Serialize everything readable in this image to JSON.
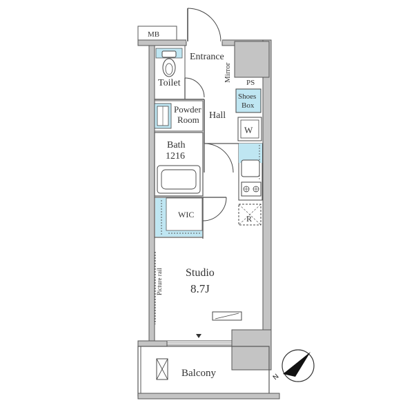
{
  "labels": {
    "mb": "MB",
    "entrance": "Entrance",
    "mirror": "Mirror",
    "toilet": "Toilet",
    "ps": "PS",
    "shoes_box_line1": "Shoes",
    "shoes_box_line2": "Box",
    "powder_line1": "Powder",
    "powder_line2": "Room",
    "hall": "Hall",
    "washer": "W",
    "bath": "Bath",
    "bath_size": "1216",
    "wic": "WIC",
    "refrigerator": "R",
    "picture_rail": "Picture rail",
    "studio": "Studio",
    "studio_size": "8.7J",
    "balcony": "Balcony"
  },
  "colors": {
    "wall": "#c4c4c4",
    "wall_edge": "#555555",
    "accent_fill": "#bfe6f2",
    "line": "#444444",
    "text": "#333333"
  },
  "icons": [
    "toilet-icon",
    "washbasin-icon",
    "bathtub-icon",
    "washer-icon",
    "sink-icon",
    "stove-icon",
    "compass-icon",
    "arrow-marker-icon"
  ]
}
